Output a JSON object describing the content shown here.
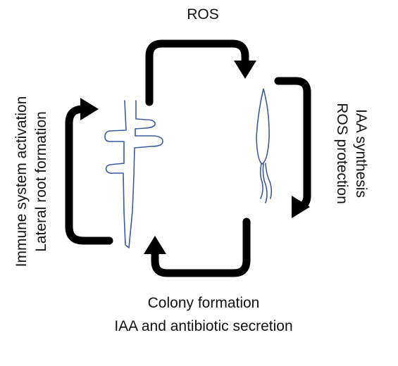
{
  "labels": {
    "top": "ROS",
    "right_line1": "IAA synthesis",
    "right_line2": "ROS protection",
    "bottom_line1": "Colony formation",
    "bottom_line2": "IAA and antibiotic secretion",
    "left_line1": "Immune system activation",
    "left_line2": "Lateral root formation"
  },
  "colors": {
    "arrow": "#000000",
    "outline": "#3a5aa0",
    "text": "#111111"
  },
  "icons": {
    "plant": "plant-root-outline",
    "bacterium": "bacterium-with-flagella"
  }
}
